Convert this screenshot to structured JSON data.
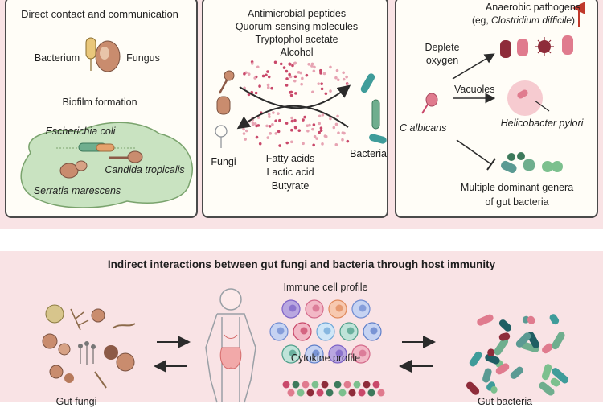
{
  "direct_contact": {
    "title": "Direct contact and communication",
    "bacterium": "Bacterium",
    "fungus": "Fungus",
    "biofilm": "Biofilm formation",
    "e_coli": "Escherichia coli",
    "candida_tropicalis": "Candida tropicalis",
    "serratia": "Serratia marescens"
  },
  "metabolites": {
    "antimicrobial": "Antimicrobial peptides",
    "quorum": "Quorum-sensing molecules",
    "tryptophol": "Tryptophol acetate",
    "alcohol": "Alcohol",
    "fungi": "Fungi",
    "bacteria": "Bacteria",
    "fatty_acids": "Fatty acids",
    "lactic_acid": "Lactic acid",
    "butyrate": "Butyrate"
  },
  "calbicans": {
    "anaerobic_line1": "Anaerobic pathogens",
    "anaerobic_line2_pre": "(eg, ",
    "anaerobic_line2_species": "Clostridium difficile",
    "anaerobic_line2_post": ")",
    "deplete_line1": "Deplete",
    "deplete_line2": "oxygen",
    "vacuoles": "Vacuoles",
    "c_albicans": "C albicans",
    "h_pylori": "Helicobacter pylori",
    "genera_line1": "Multiple dominant genera",
    "genera_line2": "of gut bacteria"
  },
  "indirect": {
    "title": "Indirect interactions between gut fungi and bacteria through host immunity",
    "immune": "Immune cell profile",
    "cytokine": "Cytokine profile",
    "gut_fungi": "Gut fungi",
    "gut_bacteria": "Gut bacteria"
  },
  "colors": {
    "band": "#f9e3e5",
    "panel": "#fffdf7",
    "biofilm": "#c9e3c1",
    "fungus": "#c98c6e",
    "bacteria_teal": "#3f9c9a",
    "bacteria_pink": "#e07b8e",
    "arrow": "#2b2b2b",
    "inhibit_arrow": "#c0392b"
  }
}
